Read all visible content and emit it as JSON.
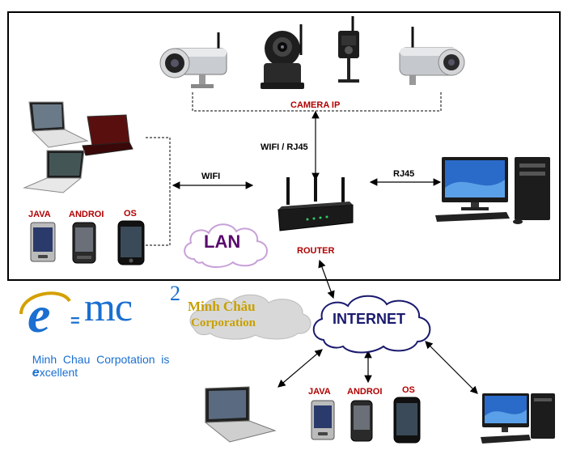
{
  "lan_labels": {
    "camera_ip": "CAMERA IP",
    "wifi_rj45": "WIFI / RJ45",
    "wifi": "WIFI",
    "rj45": "RJ45",
    "router": "ROUTER",
    "lan": "LAN"
  },
  "mobile_os_top": [
    "JAVA",
    "ANDROI",
    "OS"
  ],
  "mobile_os_bottom": [
    "JAVA",
    "ANDROI",
    "OS"
  ],
  "internet": "INTERNET",
  "logo": {
    "formula_e": "e",
    "formula_eq": "=",
    "formula_mc": "mc",
    "formula_sq": "2",
    "company_name": "Minh Châu",
    "company_sub": "Corporation",
    "tagline_prefix": "Minh  Chau  Corpotation  is",
    "tagline_e": "e",
    "tagline_suffix": "xcellent"
  },
  "colors": {
    "label_red": "#b00000",
    "lan_purple": "#5a0a6e",
    "cloud_border": "#c8a0d8",
    "internet_navy": "#1a1a6e",
    "logo_blue": "#1a6fd0",
    "logo_gold": "#c8a000"
  }
}
